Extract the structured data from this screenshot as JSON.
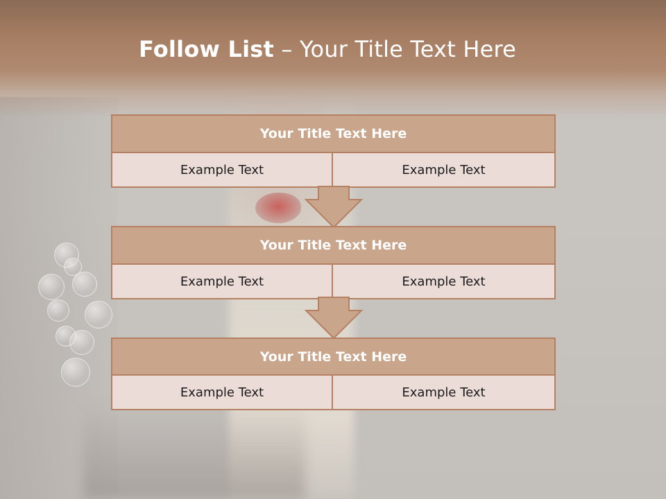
{
  "title": {
    "bold": "Follow List",
    "rest": " – Your Title Text Here"
  },
  "steps": [
    {
      "title": "Your Title Text Here",
      "left": "Example Text",
      "right": "Example Text"
    },
    {
      "title": "Your Title Text Here",
      "left": "Example Text",
      "right": "Example Text"
    },
    {
      "title": "Your Title Text Here",
      "left": "Example Text",
      "right": "Example Text"
    }
  ],
  "colors": {
    "header": "#a57d62",
    "box_title": "#c8a58b",
    "box_cell": "#ebdcd8",
    "border": "#b57f62"
  }
}
